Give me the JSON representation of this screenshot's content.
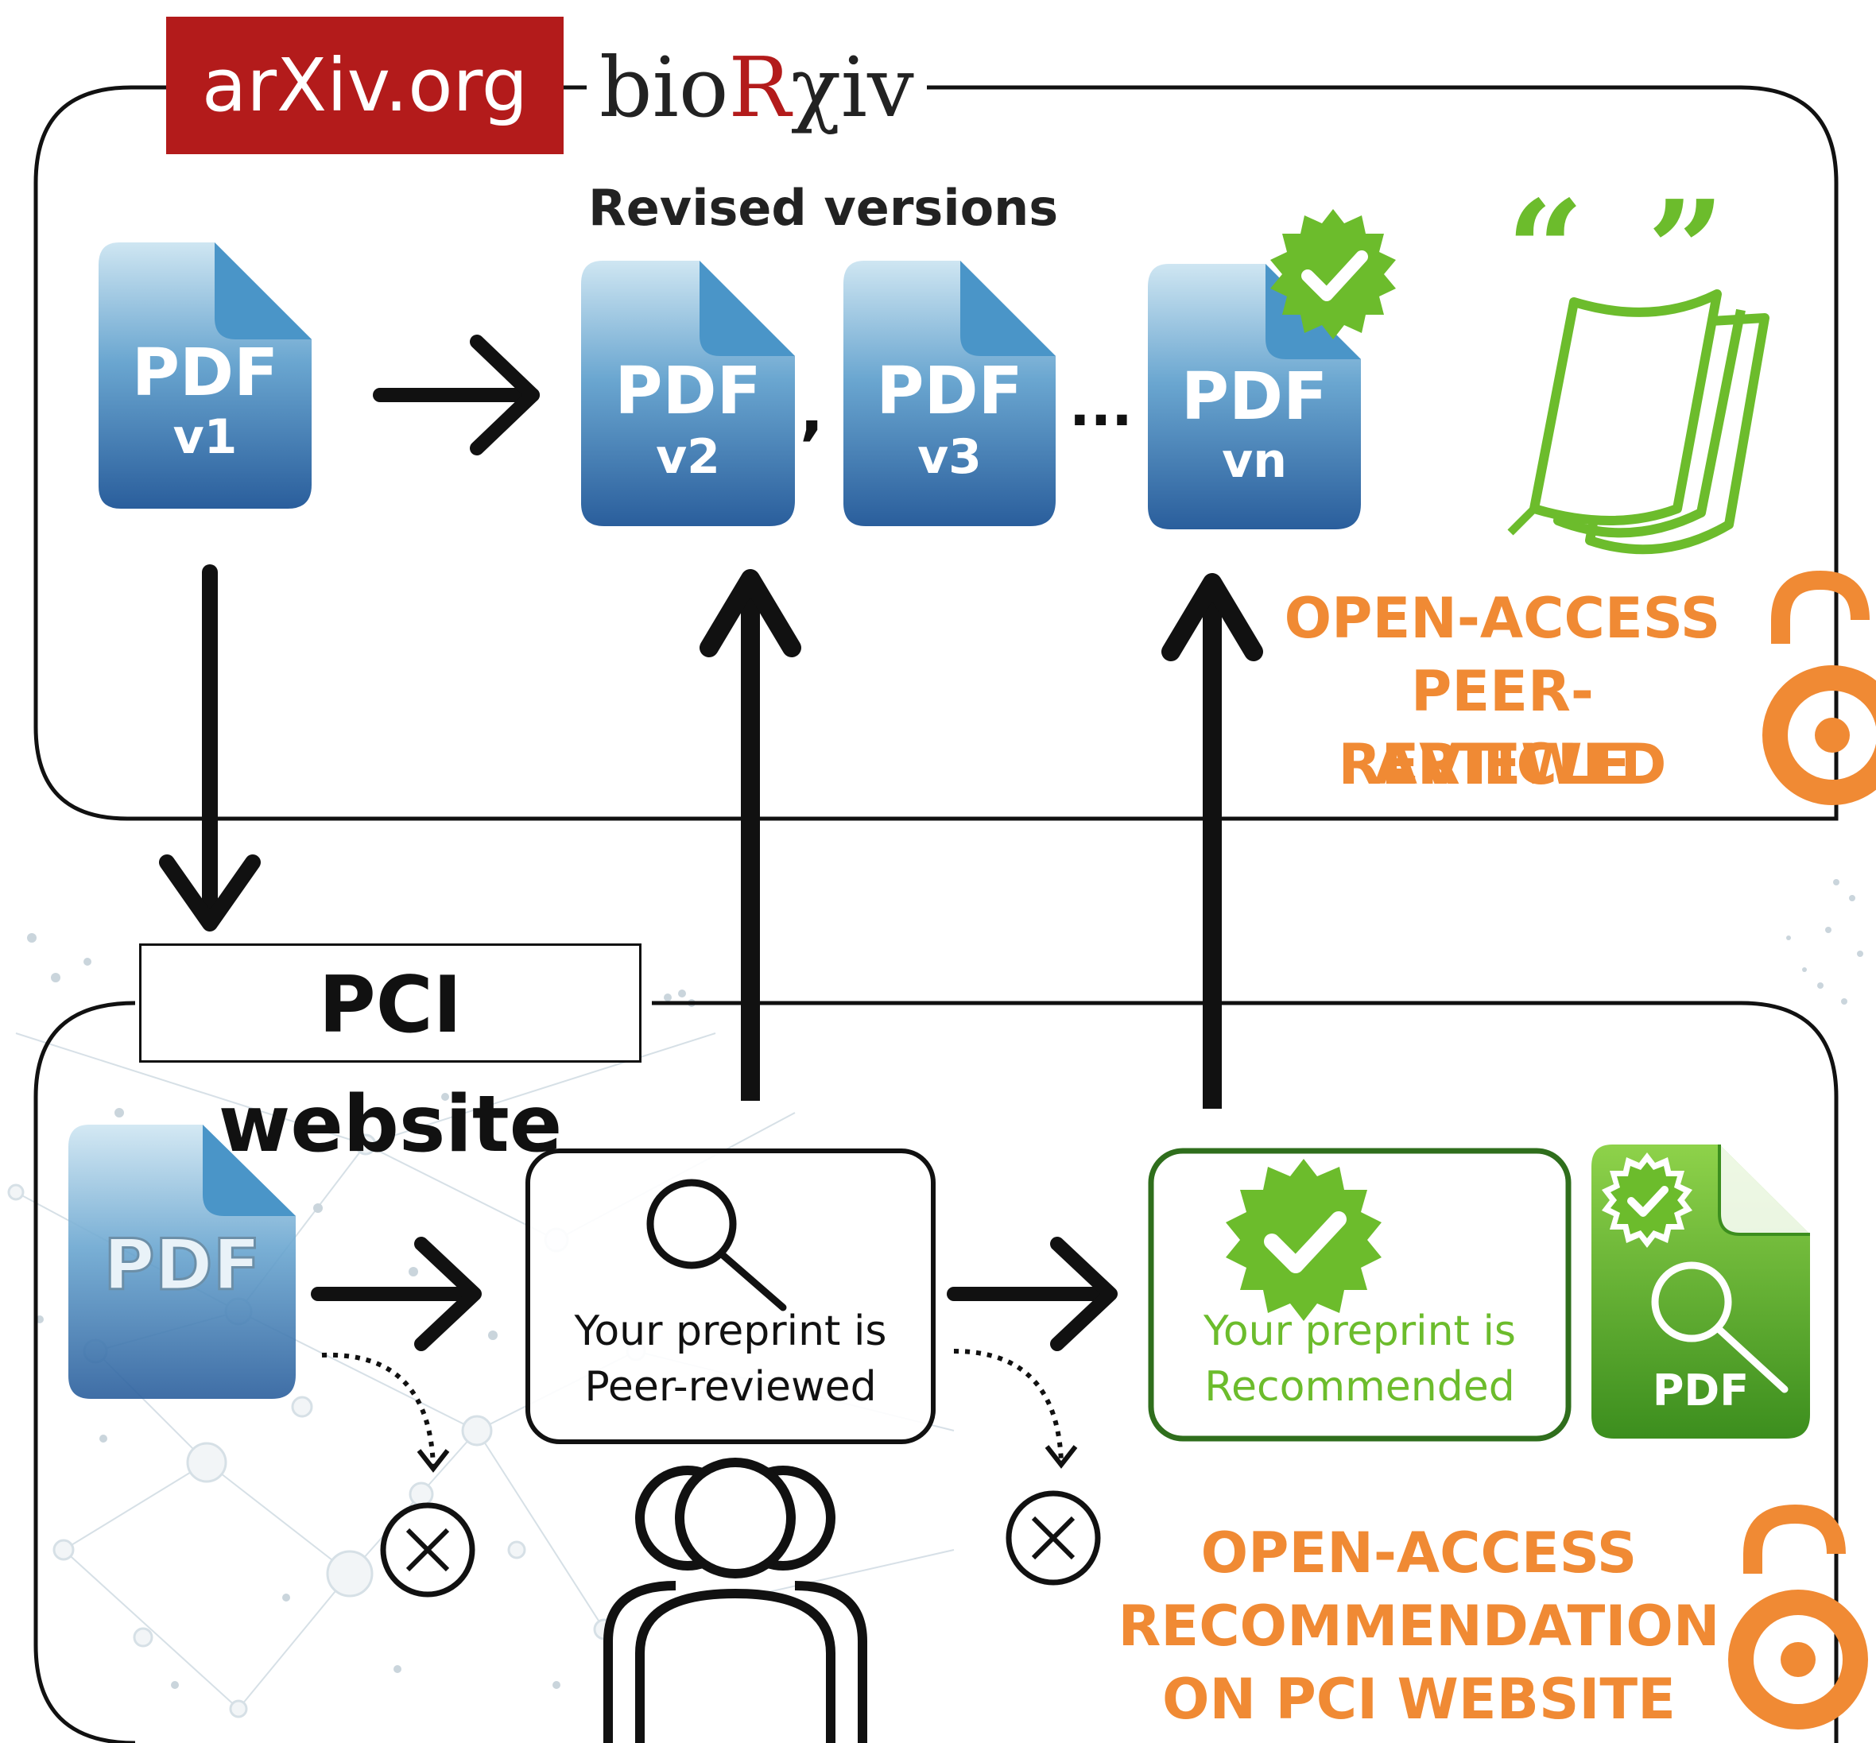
{
  "logos": {
    "arxiv": "arXiv.org",
    "biorxiv_prefix": "bio",
    "biorxiv_r": "R",
    "biorxiv_suffix": "χiv"
  },
  "top_section": {
    "revised_heading": "Revised versions",
    "documents": [
      {
        "top": "PDF",
        "bottom": "v1"
      },
      {
        "top": "PDF",
        "bottom": "v2"
      },
      {
        "top": "PDF",
        "bottom": "v3"
      },
      {
        "top": "PDF",
        "bottom": "vn"
      }
    ],
    "comma": ",",
    "ellipsis": "...",
    "quote_marks": "“ ”",
    "oa_lines": [
      "OPEN-ACCESS",
      "PEER-REVIEWED",
      "ARTICLE"
    ]
  },
  "bottom_section": {
    "title": "PCI website",
    "preprint_pdf": "PDF",
    "review_box": {
      "line1": "Your preprint is",
      "line2": "Peer-reviewed"
    },
    "recommend_box": {
      "line1": "Your preprint is",
      "line2": "Recommended"
    },
    "recommended_pdf": "PDF",
    "oa_lines": [
      "OPEN-ACCESS",
      "RECOMMENDATION",
      "ON PCI WEBSITE"
    ]
  },
  "colors": {
    "pdf_blue_top": "#c4e0ee",
    "pdf_blue_bottom": "#2a63a0",
    "pdf_fold": "#4a95c8",
    "green": "#6cbc2c",
    "dark_green": "#2f6e1c",
    "orange": "#f08a34",
    "arxiv_red": "#b31b1b"
  }
}
